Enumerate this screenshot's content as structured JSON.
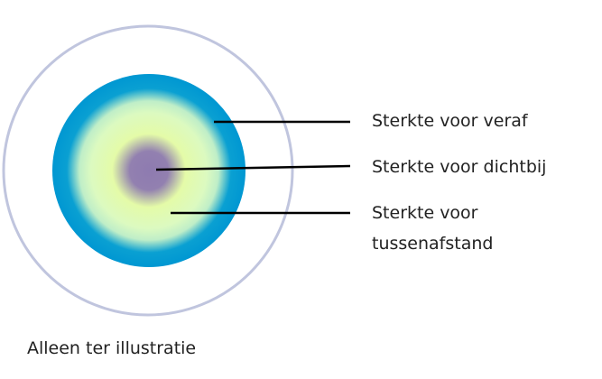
{
  "labels": {
    "far": "Sterkte voor veraf",
    "near": "Sterkte voor dichtbij",
    "intermediate_line1": "Sterkte voor",
    "intermediate_line2": "tussenafstand"
  },
  "caption": "Alleen ter illustratie",
  "colors": {
    "outer_ring": "#c0c5de",
    "lens_edge": "#0097d2",
    "lens_mid": "#dcfac0",
    "lens_center": "#8e7bb0",
    "leader_lines": "#000000"
  }
}
